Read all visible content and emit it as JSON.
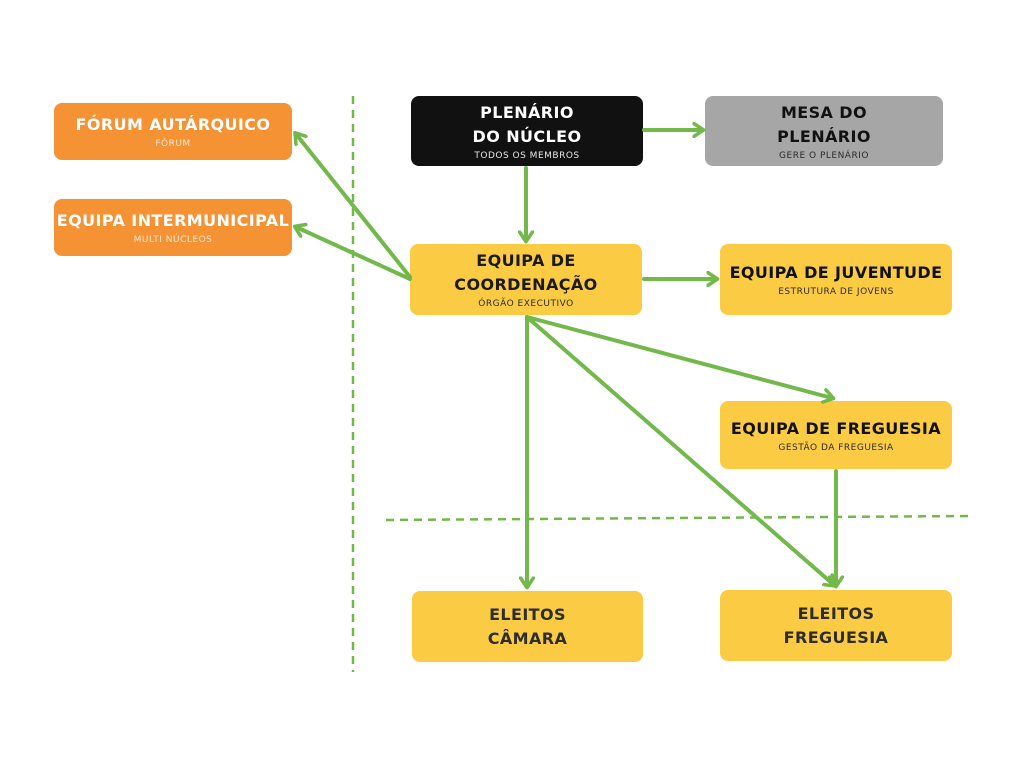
{
  "diagram": {
    "colors": {
      "orange": "#f59234",
      "black": "#111111",
      "gray": "#a6a6a6",
      "yellow": "#fccb44",
      "connector": "#72b84a",
      "divider": "#72b84a"
    },
    "nodes": {
      "forum": {
        "title": "FÓRUM AUTÁRQUICO",
        "subtitle": "FÓRUM"
      },
      "intermunicipal": {
        "title": "EQUIPA INTERMUNICIPAL",
        "subtitle": "MULTI NÚCLEOS"
      },
      "plenario": {
        "title": "PLENÁRIO\nDO NÚCLEO",
        "subtitle": "TODOS OS MEMBROS"
      },
      "mesa": {
        "title": "MESA DO\nPLENÁRIO",
        "subtitle": "GERE O PLENÁRIO"
      },
      "coordenacao": {
        "title": "EQUIPA DE\nCOORDENAÇÃO",
        "subtitle": "ÓRGÃO EXECUTIVO"
      },
      "juventude": {
        "title": "EQUIPA DE JUVENTUDE",
        "subtitle": "ESTRUTURA DE JOVENS"
      },
      "freguesia": {
        "title": "EQUIPA DE FREGUESIA",
        "subtitle": "GESTÃO DA FREGUESIA"
      },
      "eleitos_camara": {
        "title": "ELEITOS\nCÂMARA"
      },
      "eleitos_freguesia": {
        "title": "ELEITOS\nFREGUESIA"
      }
    },
    "edges": [
      {
        "from": "plenario",
        "to": "mesa"
      },
      {
        "from": "plenario",
        "to": "coordenacao"
      },
      {
        "from": "coordenacao",
        "to": "forum"
      },
      {
        "from": "coordenacao",
        "to": "intermunicipal"
      },
      {
        "from": "coordenacao",
        "to": "juventude"
      },
      {
        "from": "coordenacao",
        "to": "freguesia"
      },
      {
        "from": "coordenacao",
        "to": "eleitos_camara"
      },
      {
        "from": "coordenacao",
        "to": "eleitos_freguesia"
      },
      {
        "from": "freguesia",
        "to": "eleitos_freguesia"
      }
    ]
  }
}
